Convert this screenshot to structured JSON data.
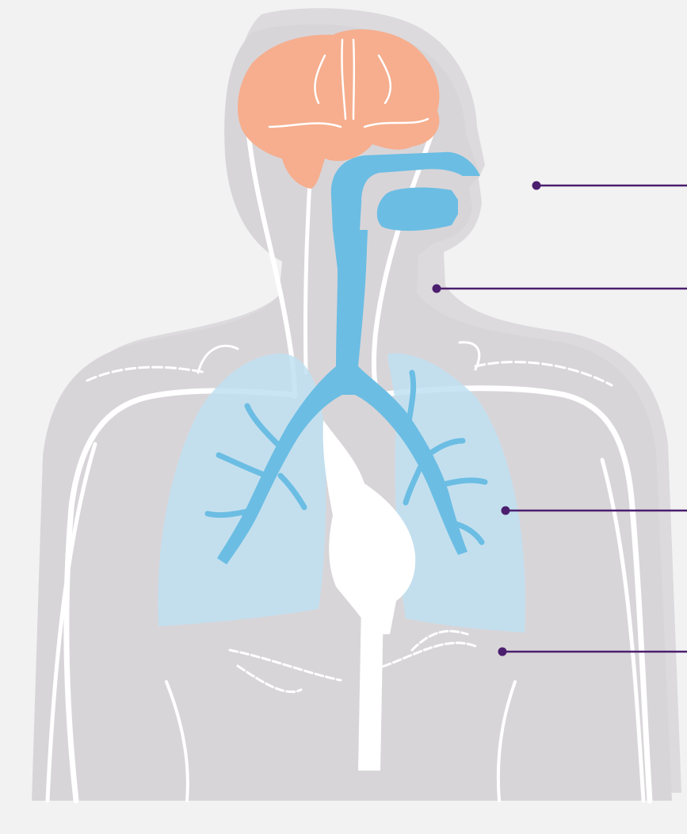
{
  "colors": {
    "background": "#f2f2f3",
    "body_shadow": "#dcdadd",
    "body": "#d8d5d9",
    "nerves": "#ffffff",
    "heart": "#ffffff",
    "brain": "#f6ae8e",
    "airway": "#6bbde3",
    "lungs": "#bfe1f1",
    "callout": "#4b1e6e"
  },
  "callouts": [
    {
      "target": "nasal-cavity"
    },
    {
      "target": "larynx"
    },
    {
      "target": "lungs"
    },
    {
      "target": "diaphragm"
    }
  ]
}
